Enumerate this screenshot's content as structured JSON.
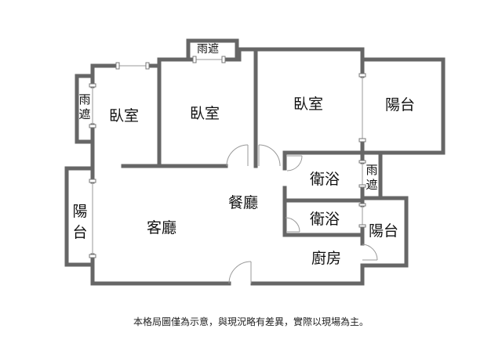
{
  "floorplan": {
    "wall_color": "#666666",
    "rooms": {
      "bedroom_left": "臥室",
      "bedroom_middle": "臥室",
      "bedroom_right": "臥室",
      "balcony_top_right": "陽台",
      "balcony_left": "陽台",
      "balcony_right": "陽台",
      "rain_shelter_left": "雨遮",
      "rain_shelter_top": "雨遮",
      "rain_shelter_right": "雨遮",
      "living_room": "客廳",
      "dining_room": "餐廳",
      "bathroom_upper": "衛浴",
      "bathroom_lower": "衛浴",
      "kitchen": "廚房"
    },
    "disclaimer": "本格局圖僅為示意，與現況略有差異，實際以現場為主。"
  }
}
